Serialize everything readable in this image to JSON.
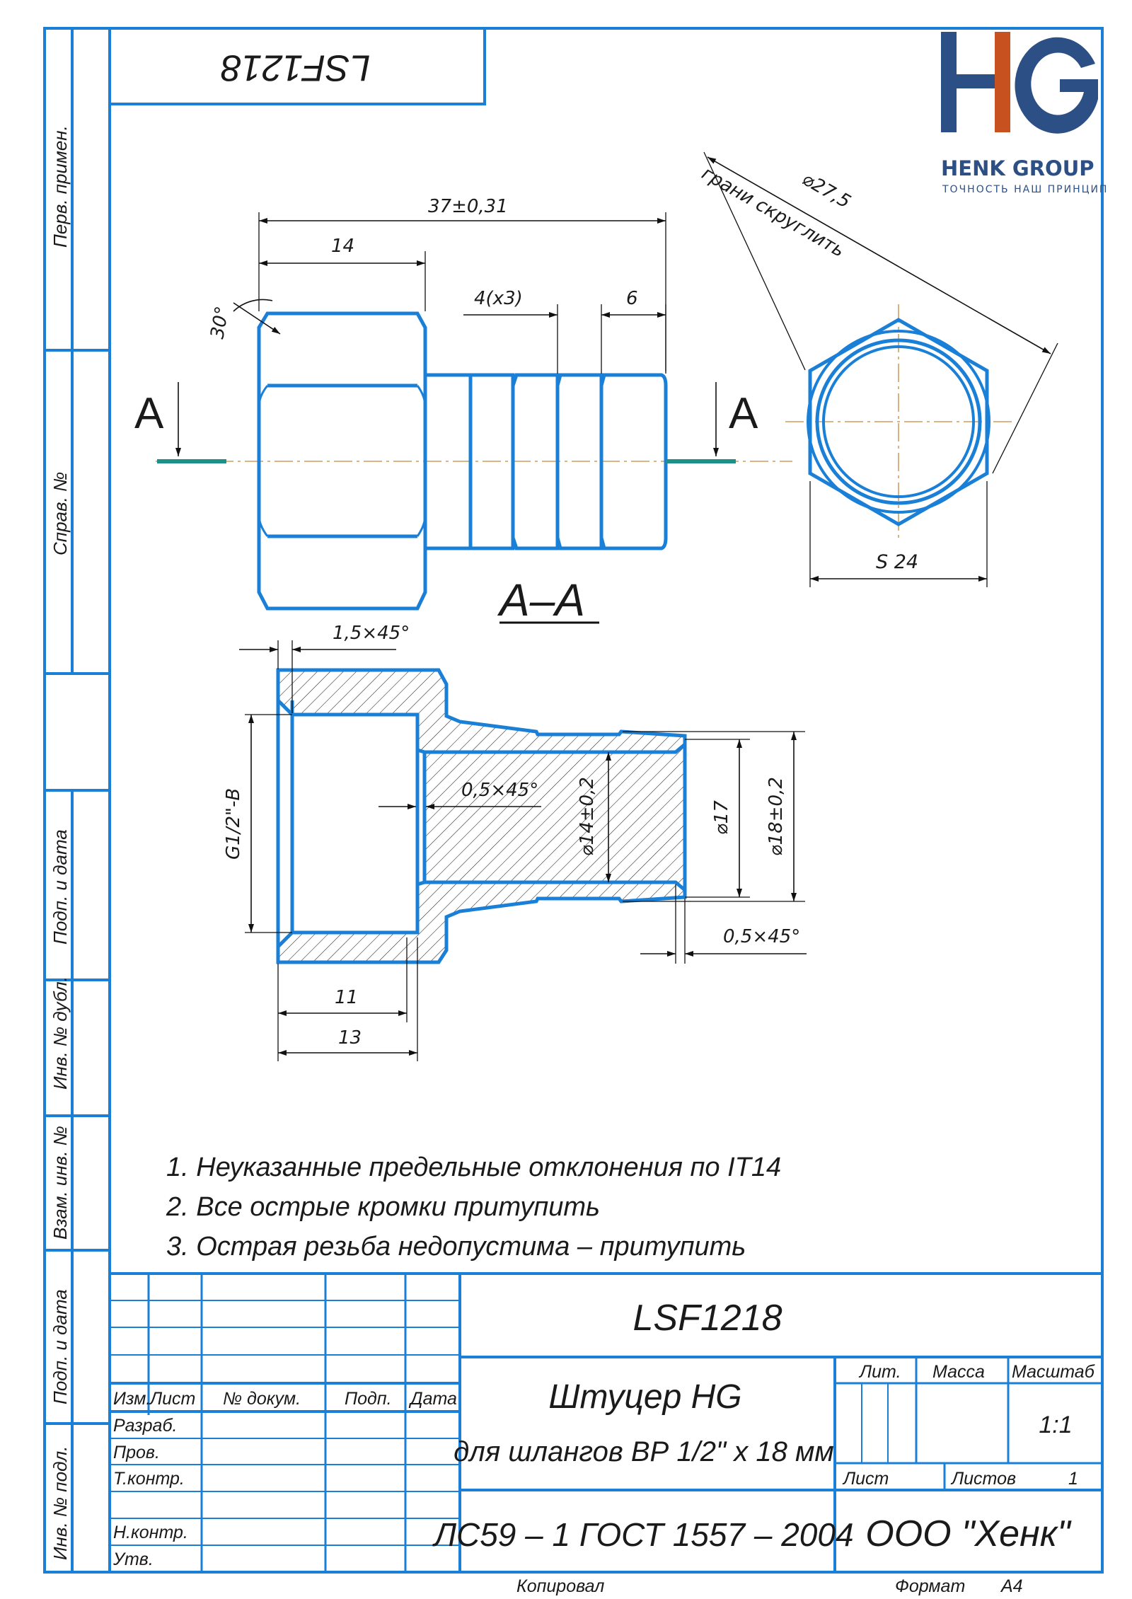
{
  "stamp": {
    "code_rotated": "LSF1218"
  },
  "logo": {
    "letters_alt": "HG",
    "company": "HENK GROUP",
    "slogan": "ТОЧНОСТЬ НАШ ПРИНЦИП",
    "blue": "#2c4f86",
    "orange": "#c8521f"
  },
  "side": {
    "perv_primen": "Перв. примен.",
    "sprav_no": "Справ. №",
    "podp_data_1": "Подп. и дата",
    "inv_dubl": "Инв. № дубл.",
    "vzam_inv": "Взам. инв. №",
    "podp_data_2": "Подп. и дата",
    "inv_podl": "Инв. № подл."
  },
  "views": {
    "section_mark": "А",
    "section_title": "А–А"
  },
  "dims": {
    "total_length": "37±0,31",
    "hex_length": "14",
    "chamfer_angle": "30°",
    "rib_pitch": "4(x3)",
    "rib_end": "6",
    "across_corners": "⌀27,5",
    "edge_note": "грани скруглить",
    "hex_size": "S 24",
    "chamfer_outer": "1,5×45°",
    "thread": "G1/2\"-B",
    "chamfer_inner": "0,5×45°",
    "bore": "⌀14±0,2",
    "shank": "⌀17",
    "rib_diameter": "⌀18±0,2",
    "chamfer_end": "0,5×45°",
    "len_11": "11",
    "len_13": "13"
  },
  "notes": [
    "1. Неуказанные предельные отклонения по IT14",
    "2. Все острые кромки притупить",
    "3. Острая резьба недопустима – притупить"
  ],
  "title_block": {
    "designation": "LSF1218",
    "name": "Штуцер HG",
    "subname": "для шлангов ВР 1/2\" х 18 мм",
    "material": "ЛС59 – 1 ГОСТ 1557 – 2004",
    "organization": "ООО \"Хенк\"",
    "lit": "Лит.",
    "massa": "Масса",
    "masshtab": "Масштаб",
    "scale": "1:1",
    "list": "Лист",
    "listov": "Листов",
    "listov_value": "1",
    "izm": "Изм.",
    "list_col": "Лист",
    "dokum": "№ докум.",
    "podp": "Подп.",
    "data": "Дата",
    "razrab": "Разраб.",
    "prov": "Пров.",
    "tkontr": "Т.контр.",
    "nkontr": "Н.контр.",
    "utv": "Утв."
  },
  "footer": {
    "kopiroval": "Копировал",
    "format": "Формат",
    "format_value": "А4"
  }
}
